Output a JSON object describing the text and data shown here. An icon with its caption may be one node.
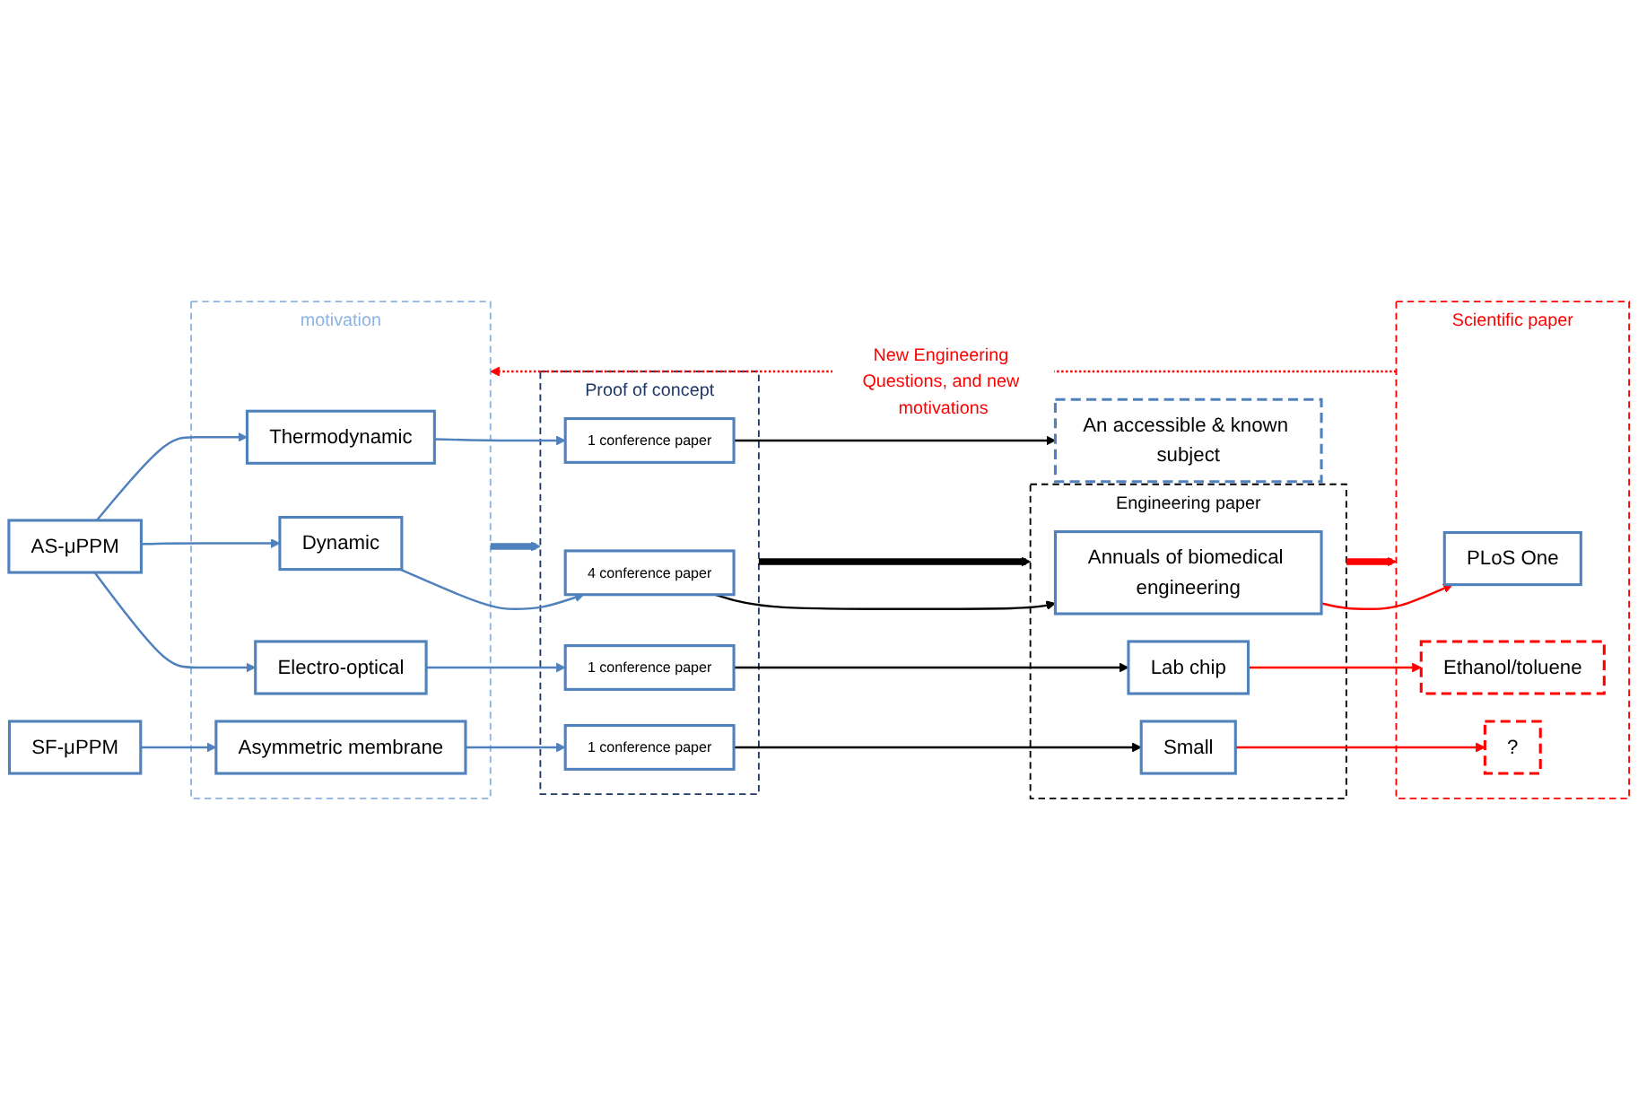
{
  "diagram": {
    "nodes": [
      {
        "text": [
          "AS-μPPM"
        ]
      },
      {
        "text": [
          "SF-μPPM"
        ]
      },
      {
        "text": [
          "motivation"
        ]
      },
      {
        "text": [
          "Dynamic"
        ],
        "in": 2
      },
      {
        "text": [
          "Thermodynamic"
        ],
        "in": 2
      },
      {
        "text": [
          "Electro-optical"
        ],
        "in": 2
      },
      {
        "text": [
          "Asymmetric membrane"
        ],
        "in": 2
      },
      {
        "text": [
          "Proof of concept"
        ]
      },
      {
        "text": [
          "4 conference paper"
        ],
        "in": 7
      },
      {
        "text": [
          "1 conference paper"
        ],
        "in": 7
      },
      {
        "text": [
          "1 conference paper"
        ],
        "in": 7
      },
      {
        "text": [
          "1 conference paper"
        ],
        "in": 7
      },
      {
        "text": [
          "Engineering paper"
        ]
      },
      {
        "text": [
          "Annuals of biomedical engineering"
        ],
        "in": 12
      },
      {
        "text": [
          "Lab chip"
        ],
        "in": 12
      },
      {
        "text": [
          "Small"
        ],
        "in": 12
      },
      {
        "text": [
          "Scientific paper"
        ]
      },
      {
        "text": [
          "PLoS One"
        ],
        "in": 16
      },
      {
        "text": [
          "Ethanol/toluene"
        ],
        "in": 16
      },
      {
        "text": [
          "?"
        ],
        "in": 16
      },
      {
        "text": [
          "An accessible & known subject"
        ]
      }
    ],
    "edges": [
      {
        "from": 0,
        "to": 3,
        "arrow": "to"
      },
      {
        "from": 0,
        "to": 4,
        "arrow": "to"
      },
      {
        "from": 0,
        "to": 5,
        "arrow": "to"
      },
      {
        "from": 1,
        "to": 6,
        "arrow": "to"
      },
      {
        "from": 3,
        "to": 8,
        "arrow": "to"
      },
      {
        "from": 4,
        "to": 9,
        "arrow": "to"
      },
      {
        "from": 5,
        "to": 10,
        "arrow": "to"
      },
      {
        "from": 6,
        "to": 11,
        "arrow": "to"
      },
      {
        "from": 8,
        "to": 13,
        "arrow": "to",
        "color": "#000000"
      },
      {
        "from": 9,
        "to": 20,
        "arrow": "to",
        "color": "#000000"
      },
      {
        "from": 10,
        "to": 14,
        "arrow": "to",
        "color": "#000000"
      },
      {
        "from": 11,
        "to": 15,
        "arrow": "to",
        "color": "#000000"
      },
      {
        "from": 13,
        "to": 17,
        "arrow": "to",
        "color": "#ff0000"
      },
      {
        "from": 14,
        "to": 18,
        "arrow": "to",
        "color": "#ff0000"
      },
      {
        "from": 15,
        "to": 19,
        "arrow": "to",
        "color": "#ff0000"
      },
      {
        "from": 2,
        "to": 7,
        "arrow": "to",
        "style": "thick"
      },
      {
        "from": 7,
        "to": 12,
        "arrow": "to",
        "style": "thick",
        "color": "#000000"
      },
      {
        "from": 12,
        "to": 16,
        "arrow": "to",
        "style": "thick",
        "color": "#ff0000"
      },
      {
        "from": 16,
        "to": 2,
        "arrow": "to",
        "style": "dashed",
        "color": "#ff0000",
        "label": "New Engineering Questions, and new motivations"
      }
    ]
  }
}
